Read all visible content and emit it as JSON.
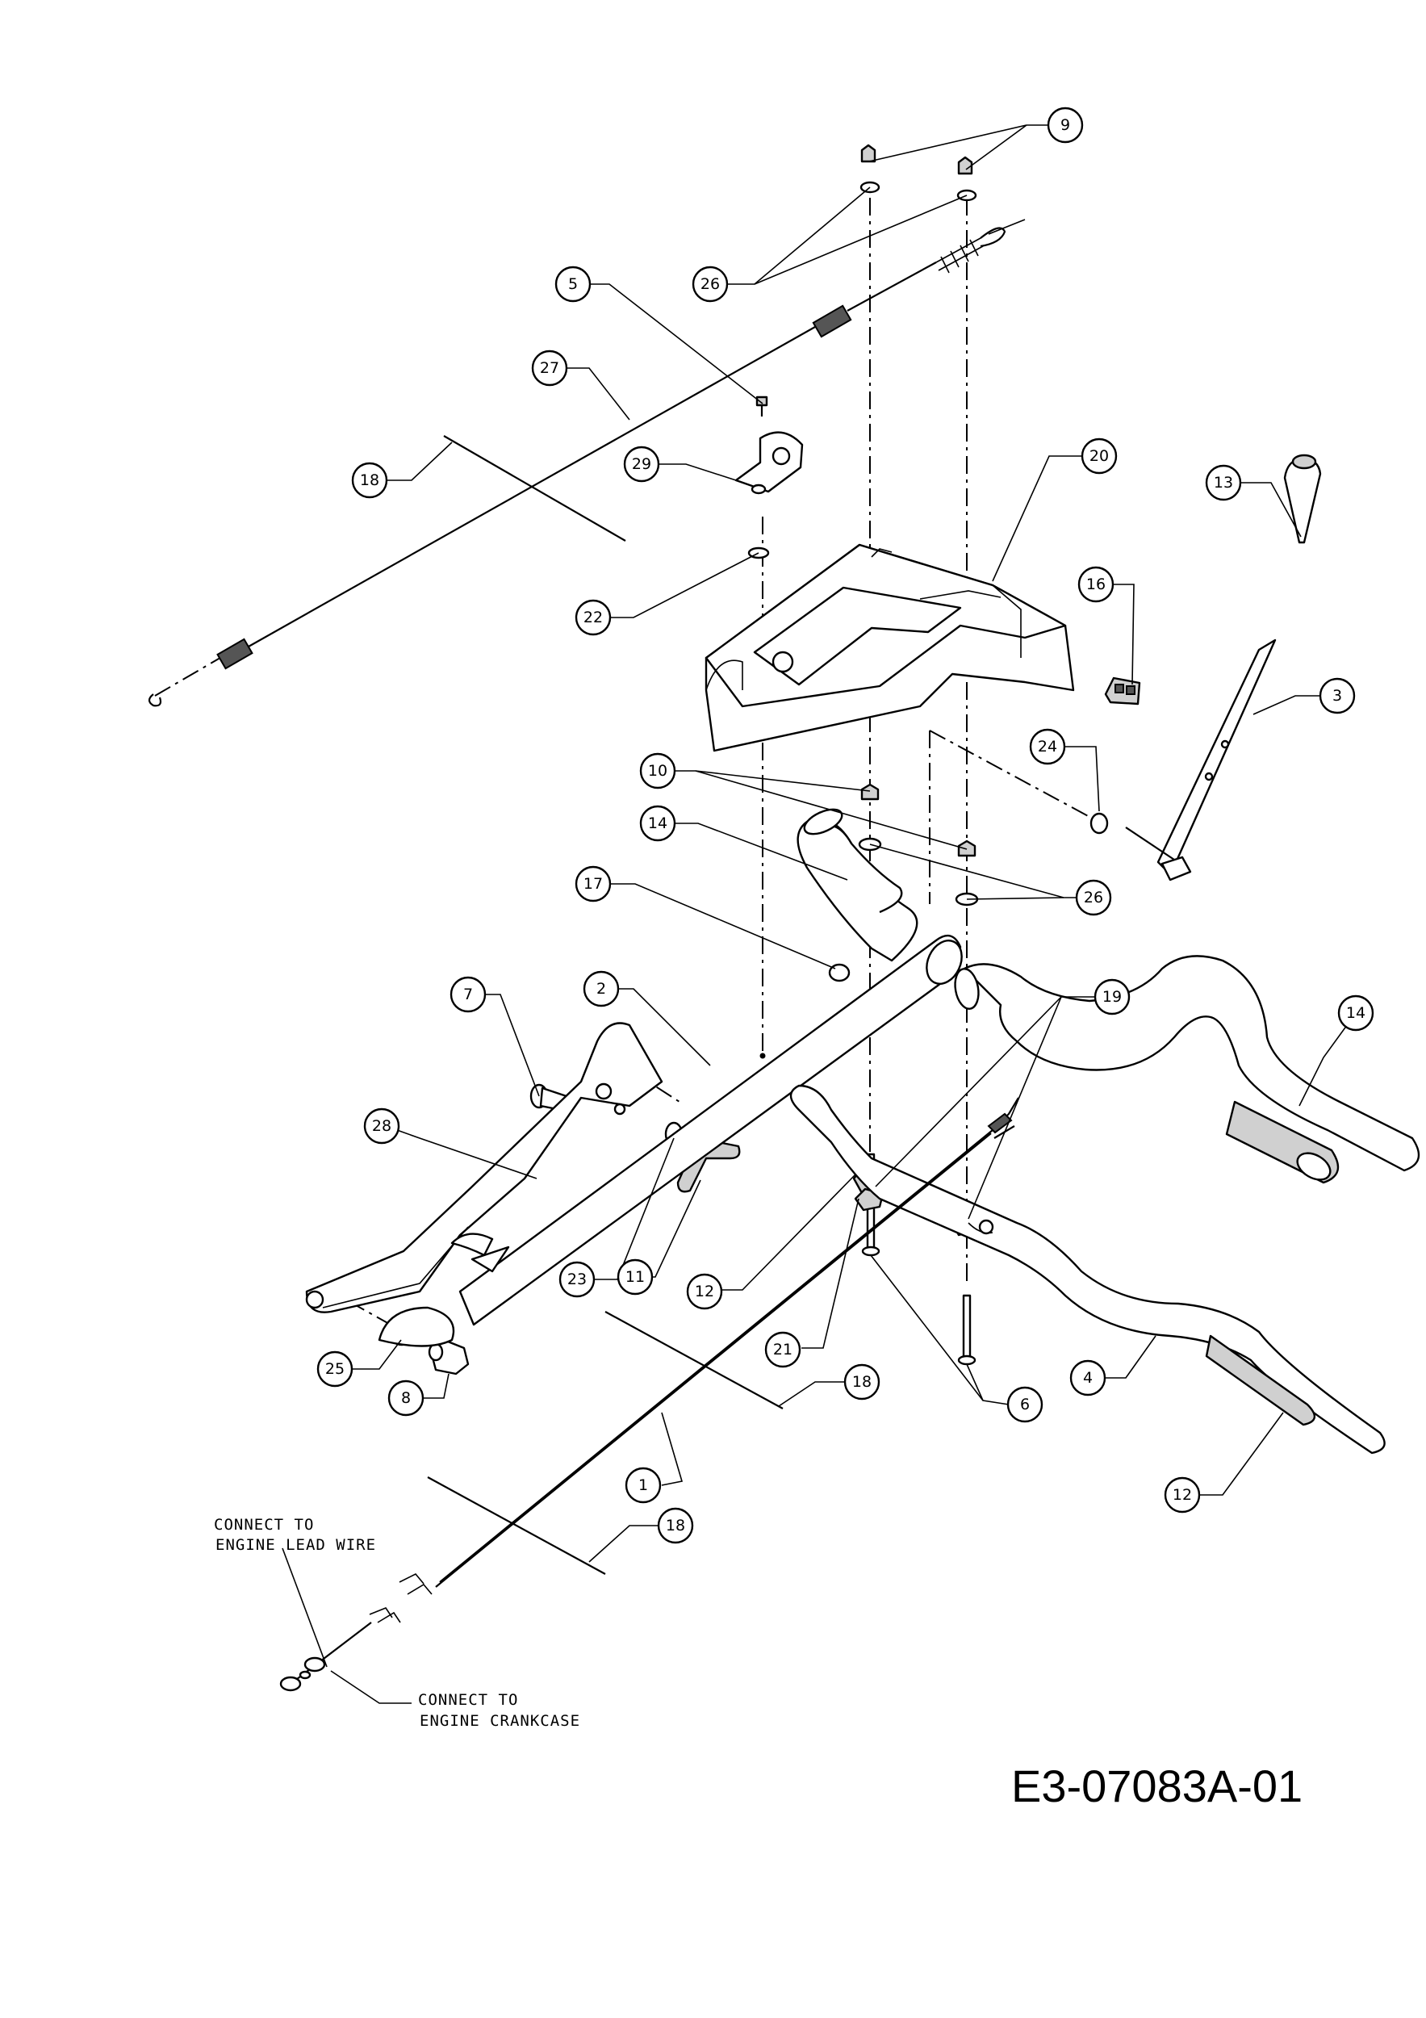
{
  "drawing_code": "E3-07083A-01",
  "notes": {
    "lead_wire_line1": "CONNECT TO",
    "lead_wire_line2": "ENGINE LEAD WIRE",
    "crankcase_line1": "CONNECT TO",
    "crankcase_line2": "ENGINE CRANKCASE"
  },
  "callouts": [
    {
      "id": "c9",
      "label": "9"
    },
    {
      "id": "c26a",
      "label": "26"
    },
    {
      "id": "c5",
      "label": "5"
    },
    {
      "id": "c27",
      "label": "27"
    },
    {
      "id": "c18a",
      "label": "18"
    },
    {
      "id": "c29",
      "label": "29"
    },
    {
      "id": "c20",
      "label": "20"
    },
    {
      "id": "c13",
      "label": "13"
    },
    {
      "id": "c22",
      "label": "22"
    },
    {
      "id": "c16",
      "label": "16"
    },
    {
      "id": "c3",
      "label": "3"
    },
    {
      "id": "c24",
      "label": "24"
    },
    {
      "id": "c10",
      "label": "10"
    },
    {
      "id": "c14a",
      "label": "14"
    },
    {
      "id": "c26b",
      "label": "26"
    },
    {
      "id": "c17",
      "label": "17"
    },
    {
      "id": "c7",
      "label": "7"
    },
    {
      "id": "c2",
      "label": "2"
    },
    {
      "id": "c19",
      "label": "19"
    },
    {
      "id": "c14b",
      "label": "14"
    },
    {
      "id": "c28",
      "label": "28"
    },
    {
      "id": "c23",
      "label": "23"
    },
    {
      "id": "c11",
      "label": "11"
    },
    {
      "id": "c12a",
      "label": "12"
    },
    {
      "id": "c21",
      "label": "21"
    },
    {
      "id": "c18b",
      "label": "18"
    },
    {
      "id": "c4",
      "label": "4"
    },
    {
      "id": "c25",
      "label": "25"
    },
    {
      "id": "c8",
      "label": "8"
    },
    {
      "id": "c6",
      "label": "6"
    },
    {
      "id": "c1",
      "label": "1"
    },
    {
      "id": "c12b",
      "label": "12"
    },
    {
      "id": "c18c",
      "label": "18"
    }
  ]
}
